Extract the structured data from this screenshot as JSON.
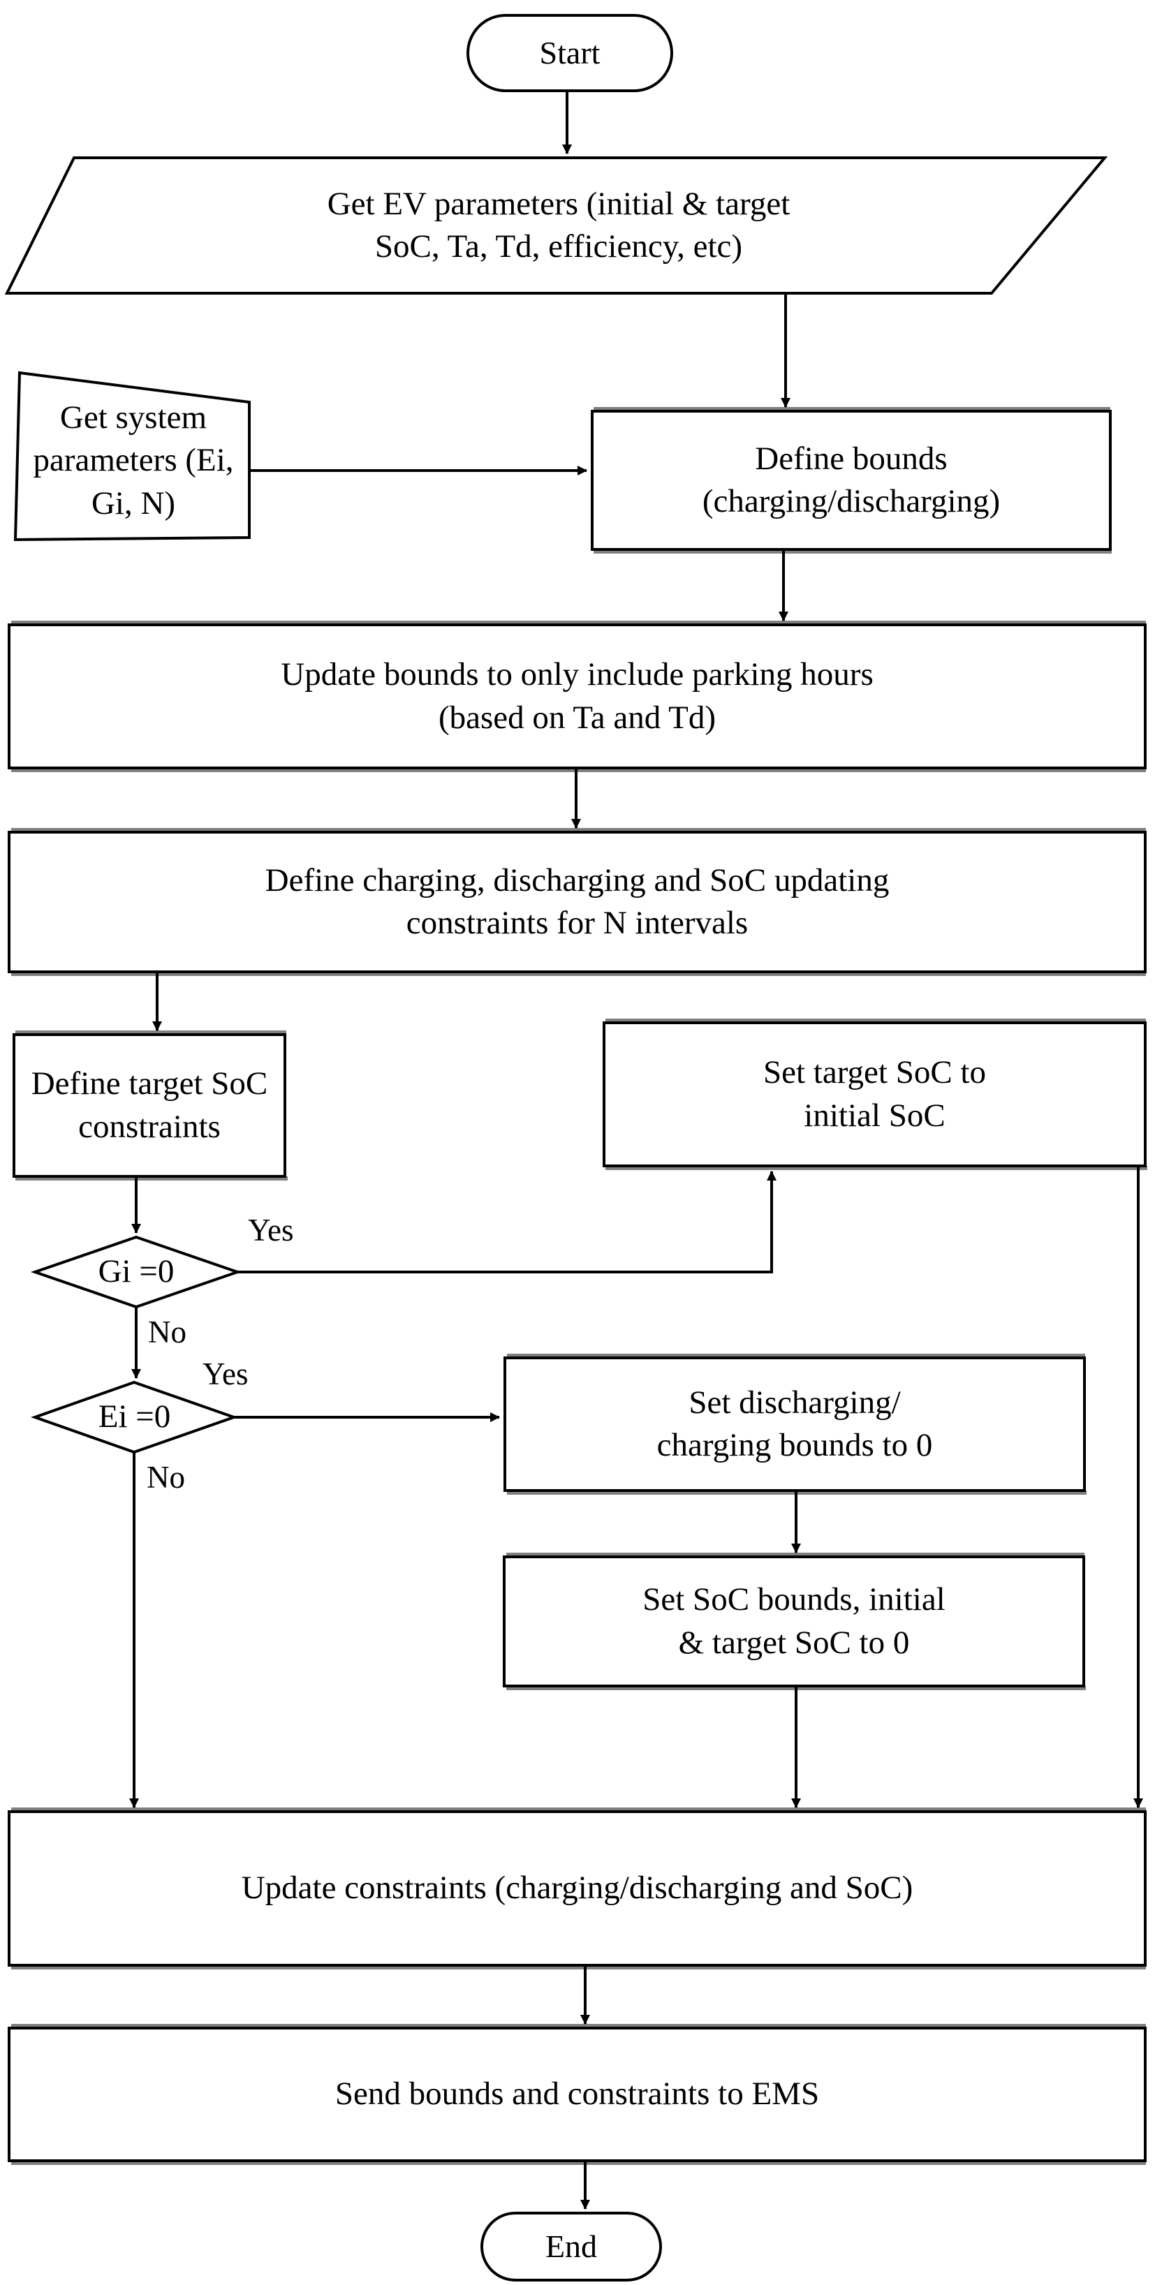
{
  "diagram": {
    "type": "flowchart",
    "title": "EV charging/discharging bounds and constraints generation flowchart",
    "colors": {
      "stroke": "#000000",
      "fill": "#ffffff",
      "text": "#000000",
      "shadow": "#7f7f7f"
    }
  },
  "nodes": {
    "start": {
      "label": "Start",
      "shape": "terminator"
    },
    "get_ev_parameters": {
      "label": "Get EV parameters (initial & target\nSoC, Ta, Td, efficiency, etc)",
      "shape": "parallelogram"
    },
    "get_system_parameters": {
      "label": "Get system\nparameters (Ei, Gi, N)",
      "shape": "skewed-rect"
    },
    "define_bounds": {
      "label": "Define bounds\n(charging/discharging)",
      "shape": "process"
    },
    "update_bounds": {
      "label": "Update bounds to only include parking hours\n(based on Ta and Td)",
      "shape": "process"
    },
    "define_constraints": {
      "label": "Define charging, discharging and SoC updating\nconstraints for N intervals",
      "shape": "process"
    },
    "define_target_soc": {
      "label": "Define target SoC\nconstraints",
      "shape": "process"
    },
    "set_target_soc": {
      "label": "Set target SoC to\ninitial SoC",
      "shape": "process"
    },
    "decision_gi": {
      "label": "Gi =0",
      "shape": "decision"
    },
    "decision_ei": {
      "label": "Ei =0",
      "shape": "decision"
    },
    "set_discharging_bounds": {
      "label": "Set discharging/\ncharging bounds to 0",
      "shape": "process"
    },
    "set_soc_bounds": {
      "label": "Set SoC bounds, initial\n& target SoC to 0",
      "shape": "process"
    },
    "update_constraints": {
      "label": "Update constraints (charging/discharging and SoC)",
      "shape": "process"
    },
    "send_bounds": {
      "label": "Send bounds and constraints to EMS",
      "shape": "process"
    },
    "end": {
      "label": "End",
      "shape": "terminator"
    }
  },
  "edge_labels": {
    "gi_yes": "Yes",
    "gi_no": "No",
    "ei_yes": "Yes",
    "ei_no": "No"
  }
}
